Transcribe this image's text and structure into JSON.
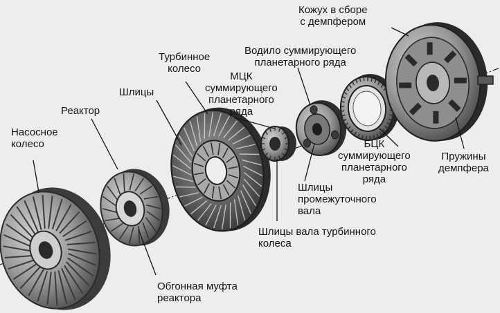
{
  "labels": {
    "housing": "Кожух в сборе\nс демпфером",
    "carrier": "Водило суммирующего\nпланетарного ряда",
    "turbine": "Турбинное\nколесо",
    "sun_gear": "МЦК\nсуммирующего\nпланетарного\nряда",
    "splines": "Шлицы",
    "reactor": "Реактор",
    "pump": "Насосное\nколесо",
    "ring_gear": "БЦК\nсуммирующего\nпланетарного\nряда",
    "springs": "Пружины\nдемпфера",
    "intermediate_shaft_splines": "Шлицы\nпромежуточного\nвала",
    "turbine_shaft_splines": "Шлицы вала турбинного\nколеса",
    "freewheel": "Обгонная муфта\nреактора"
  },
  "colors": {
    "background": "#ededed",
    "ink": "#141414",
    "metal_light": "#bdbdbd",
    "metal_mid": "#8a8a8a",
    "metal_dark": "#3a3a3a"
  }
}
